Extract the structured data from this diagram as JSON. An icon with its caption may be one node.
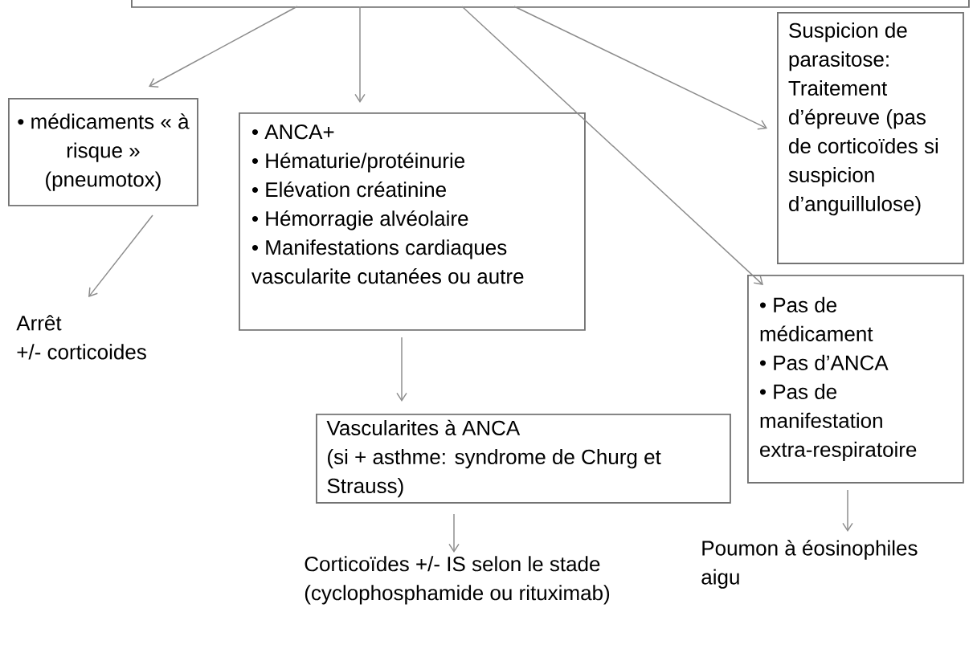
{
  "diagram": {
    "nodes": [
      {
        "text": [],
        "shape": "box"
      },
      {
        "text": [
          "• médicaments « à risque » (pneumotox)"
        ]
      },
      {
        "text": [
          "• ANCA+",
          "• Hématurie/protéinurie",
          "• Elévation créatinine",
          "• Hémorragie alvéolaire",
          "• Manifestations cardiaques vascularite cutanées ou autre"
        ]
      },
      {
        "text": [
          "Suspicion de parasitose: Traitement d’épreuve (pas de corticoïdes si suspicion d’anguillulose)"
        ]
      },
      {
        "text": [
          "• Pas de médicament",
          "• Pas d’ANCA",
          "• Pas de manifestation extra-respiratoire"
        ]
      },
      {
        "text": [
          "Arrêt",
          "+/- corticoides"
        ]
      },
      {
        "text": [
          "Vascularites à ANCA",
          "(si + asthme: syndrome de Churg et Strauss)"
        ]
      },
      {
        "text": [
          "Corticoïdes +/- IS selon le stade",
          "(cyclophosphamide ou rituximab)"
        ]
      },
      {
        "text": [
          "Poumon à éosinophiles aigu"
        ]
      }
    ],
    "edges": [
      {
        "from": 0,
        "to": 1,
        "arrow": "to"
      },
      {
        "from": 0,
        "to": 2,
        "arrow": "to"
      },
      {
        "from": 0,
        "to": 3,
        "arrow": "to"
      },
      {
        "from": 0,
        "to": 4,
        "arrow": "to"
      },
      {
        "from": 1,
        "to": 5,
        "arrow": "to"
      },
      {
        "from": 2,
        "to": 6,
        "arrow": "to"
      },
      {
        "from": 6,
        "to": 7,
        "arrow": "to"
      },
      {
        "from": 4,
        "to": 8,
        "arrow": "to"
      }
    ]
  }
}
